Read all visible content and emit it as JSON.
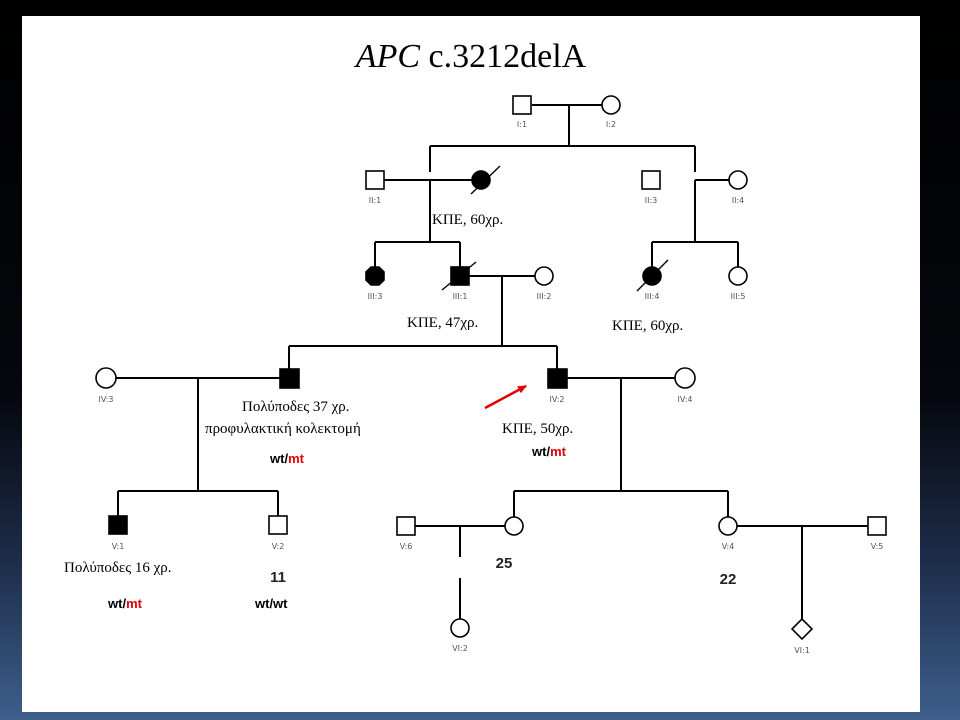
{
  "title": {
    "gene": "APC",
    "variant": " c.3212delA"
  },
  "individuals": {
    "I1": "I:1",
    "I2": "I:2",
    "II1": "II:1",
    "II3": "II:3",
    "II4": "II:4",
    "III1": "III:1",
    "III2": "III:2",
    "III3": "III:3",
    "III4": "III:4",
    "III5": "III:5",
    "IV2": "IV:2",
    "IV3": "IV:3",
    "IV4": "IV:4",
    "V1": "V:1",
    "V2": "V:2",
    "V4": "V:4",
    "V5": "V:5",
    "V6": "V:6",
    "VI1": "VI:1",
    "VI2": "VI:2"
  },
  "notes": {
    "II2": "ΚΠΕ, 60χρ.",
    "III1": "ΚΠΕ, 47χρ.",
    "III4": "ΚΠΕ, 60χρ.",
    "IV1_line1": "Πολύποδες 37 χρ.",
    "IV1_line2": "προφυλακτική κολεκτομή",
    "IV2": "ΚΠΕ, 50χρ.",
    "V1": "Πολύποδες 16 χρ."
  },
  "genotypes": {
    "IV1": {
      "wt": "wt/",
      "mt": "mt"
    },
    "IV2": {
      "wt": "wt/",
      "mt": "mt"
    },
    "V1": {
      "wt": "wt/",
      "mt": "mt"
    },
    "V2": "wt/wt"
  },
  "ages": {
    "V2": "11",
    "V3": "25",
    "V4": "22"
  },
  "colors": {
    "mutant": "#e00000",
    "proband_arrow": "#e00000"
  }
}
